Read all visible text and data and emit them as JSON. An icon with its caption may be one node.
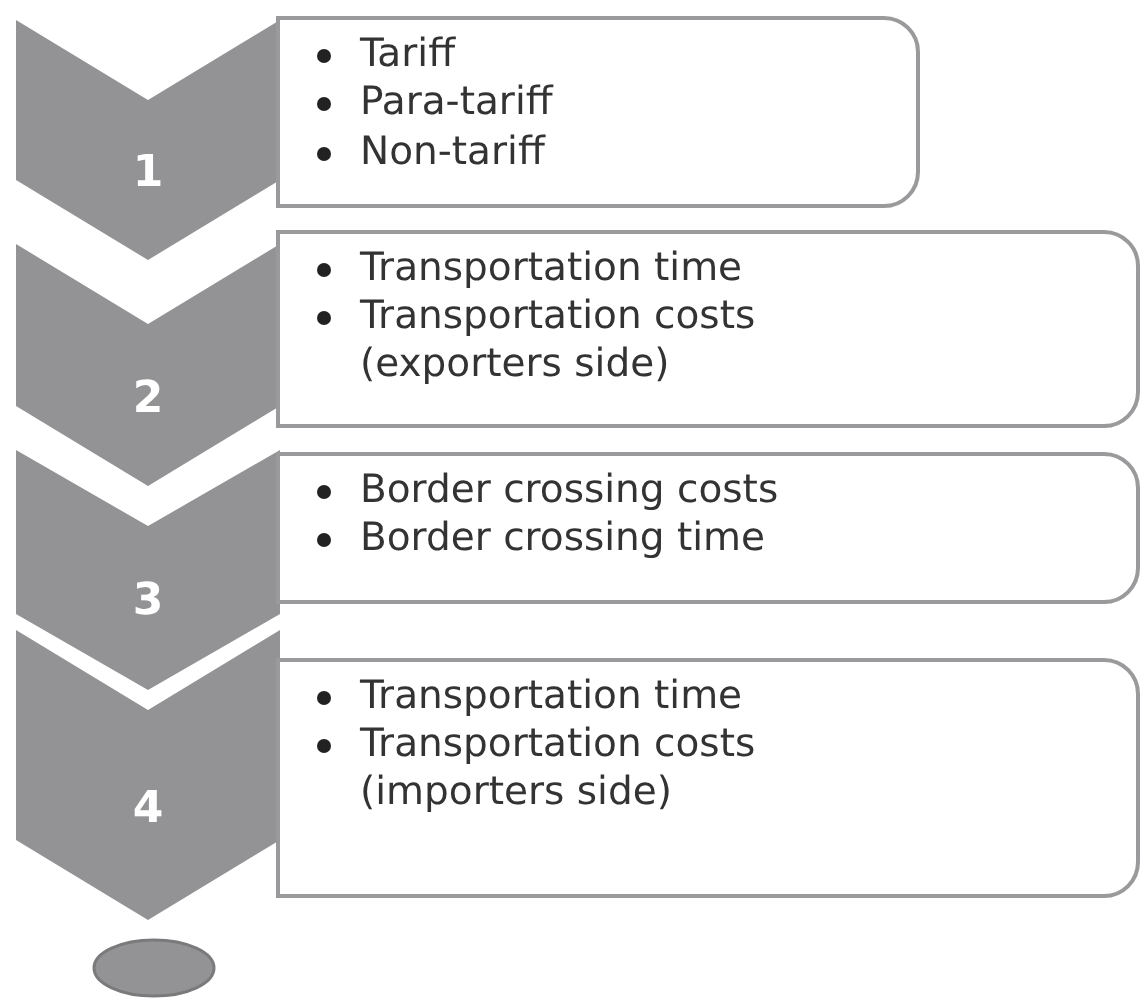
{
  "diagram": {
    "nodes": [
      {
        "text": [
          "1"
        ]
      },
      {
        "text": [
          "Tariff",
          "Para-tariff",
          "Non-tariff"
        ]
      },
      {
        "text": [
          "2"
        ]
      },
      {
        "text": [
          "Transportation time",
          "Transportation costs (exporters side)"
        ]
      },
      {
        "text": [
          "3"
        ]
      },
      {
        "text": [
          "Border crossing costs",
          "Border crossing time"
        ]
      },
      {
        "text": [
          "4"
        ]
      },
      {
        "text": [
          "Transportation time",
          "Transportation costs (importers side)"
        ]
      },
      {
        "text": [],
        "shape": "circle"
      }
    ]
  }
}
